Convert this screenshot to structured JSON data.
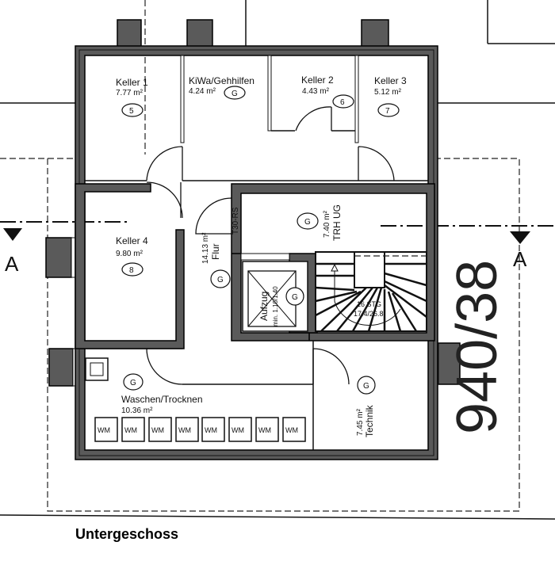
{
  "plan": {
    "title": "Untergeschoss",
    "parcel_number": "940/38",
    "section_marker": "A",
    "rooms": [
      {
        "name": "Keller 1",
        "area": "7.77 m²",
        "tag": "5"
      },
      {
        "name": "KiWa/Gehhilfen",
        "area": "4.24 m²",
        "tag": "G"
      },
      {
        "name": "Keller 2",
        "area": "4.43 m²",
        "tag": "6"
      },
      {
        "name": "Keller 3",
        "area": "5.12 m²",
        "tag": "7"
      },
      {
        "name": "Keller 4",
        "area": "9.80 m²",
        "tag": "8"
      },
      {
        "name": "Flur",
        "area": "14.13 m²",
        "tag": "G"
      },
      {
        "name": "TRH UG",
        "area": "7.40 m²",
        "tag": "G"
      },
      {
        "name": "Aufzug",
        "area": "min. 1.10/1.40",
        "tag": "G"
      },
      {
        "name": "Waschen/Trocknen",
        "area": "10.36 m²",
        "tag": "G"
      },
      {
        "name": "Technik",
        "area": "7.45 m²",
        "tag": "G"
      }
    ],
    "door_label": "T30-RS",
    "stairs": {
      "steps": "16 STG",
      "ratio": "17.4/26.8"
    },
    "appliance_label": "WM"
  }
}
